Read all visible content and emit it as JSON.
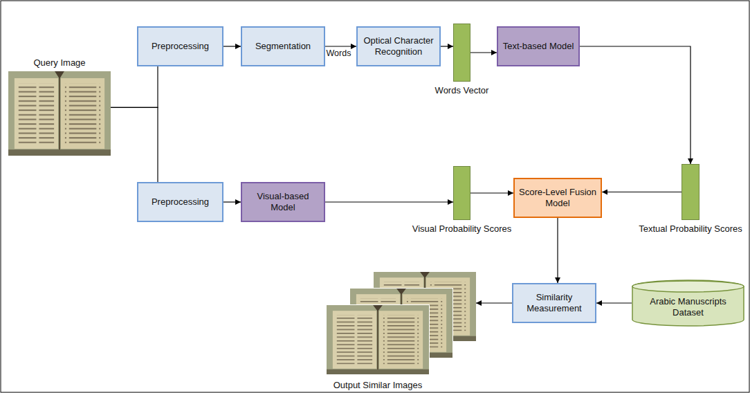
{
  "diagram": {
    "nodes": [
      {
        "text": [
          "Query Image"
        ]
      },
      {
        "text": [
          "Preprocessing"
        ]
      },
      {
        "text": [
          "Segmentation"
        ]
      },
      {
        "text": [
          "Optical Character Recognition"
        ]
      },
      {
        "text": [
          "Words Vector"
        ]
      },
      {
        "text": [
          "Text-based Model"
        ]
      },
      {
        "text": [
          "Preprocessing"
        ]
      },
      {
        "text": [
          "Visual-based Model"
        ]
      },
      {
        "text": [
          "Visual Probability Scores"
        ]
      },
      {
        "text": [
          "Score-Level Fusion Model"
        ]
      },
      {
        "text": [
          "Textual Probability Scores"
        ]
      },
      {
        "text": [
          "Similarity Measurement"
        ]
      },
      {
        "text": [
          "Arabic Manuscripts Dataset"
        ]
      },
      {
        "text": [
          "Output Similar Images"
        ]
      }
    ],
    "edges": [
      {
        "from": 0,
        "to": 1,
        "arrow": "to"
      },
      {
        "from": 0,
        "to": 6,
        "arrow": "to"
      },
      {
        "from": 1,
        "to": 2,
        "arrow": "to"
      },
      {
        "from": 2,
        "to": 3,
        "label": "Words",
        "arrow": "to"
      },
      {
        "from": 3,
        "to": 4,
        "arrow": "to"
      },
      {
        "from": 4,
        "to": 5,
        "arrow": "to"
      },
      {
        "from": 5,
        "to": 10,
        "arrow": "to"
      },
      {
        "from": 6,
        "to": 7,
        "arrow": "to"
      },
      {
        "from": 7,
        "to": 8,
        "arrow": "to"
      },
      {
        "from": 8,
        "to": 9,
        "arrow": "to"
      },
      {
        "from": 10,
        "to": 9,
        "arrow": "to"
      },
      {
        "from": 9,
        "to": 11,
        "arrow": "to"
      },
      {
        "from": 12,
        "to": 11,
        "arrow": "to"
      },
      {
        "from": 11,
        "to": 13,
        "arrow": "to"
      }
    ]
  }
}
